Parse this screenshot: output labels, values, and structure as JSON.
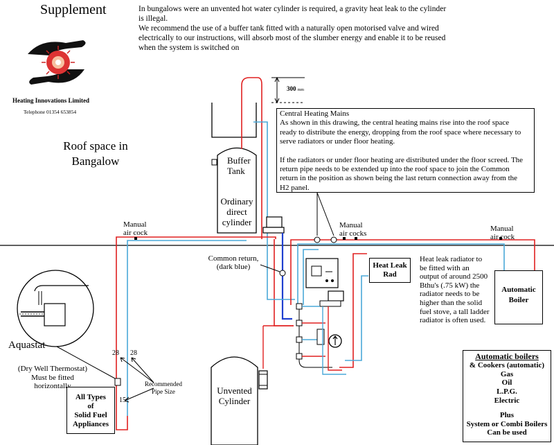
{
  "header": {
    "supplement": "Supplement",
    "intro_line1": "In bungalows were an unvented hot water cylinder is required, a gravity heat leak to the cylinder",
    "intro_line2": "is illegal.",
    "intro_line3": "We recommend the use of a buffer tank fitted with a naturally open motorised valve and wired",
    "intro_line4": "electrically to our instructions, will absorb most of the slumber energy and enable it to be reused",
    "intro_line5": "when the system is switched on"
  },
  "company": {
    "name": "Heating Innovations Limited",
    "telephone": "Telephone 01354 653854"
  },
  "roof": {
    "line1": "Roof space in",
    "line2": "Bangalow"
  },
  "dimension": {
    "value": "300",
    "unit": "mm"
  },
  "buffer_tank": {
    "line1": "Buffer",
    "line2": "Tank",
    "desc1": "Ordinary",
    "desc2": "direct",
    "desc3": "cylinder"
  },
  "central_heating": {
    "title": "Central Heating Mains",
    "p1_l1": "As shown in this drawing, the central heating mains rise into the roof space",
    "p1_l2": "ready to distribute the energy, dropping from the roof space where necessary to",
    "p1_l3": "serve   radiators or under floor heating.",
    "p2_l1": "If the radiators or under floor heating are distributed under the floor screed. The",
    "p2_l2": "return pipe needs to be extended up into the roof space to join the Common",
    "p2_l3": "return in the position as shown being the last return connection away from the",
    "p2_l4": "H2 panel."
  },
  "air_cocks": {
    "left_l1": "Manual",
    "left_l2": "air cock",
    "mid_l1": "Manual",
    "mid_l2": "air cocks",
    "right_l1": "Manual",
    "right_l2": "air cock"
  },
  "common_return": {
    "line1": "Common return,",
    "line2": "(dark blue)"
  },
  "heat_leak_rad": {
    "line1": "Heat Leak",
    "line2": "Rad"
  },
  "heat_leak_note": {
    "l1": "Heat leak radiator to",
    "l2": "be fitted with an",
    "l3": "output of around 2500",
    "l4": "Bthu's (.75 kW) the",
    "l5": "radiator needs to be",
    "l6": "higher than the solid",
    "l7": "fuel stove, a tall ladder",
    "l8": "radiator is often used."
  },
  "automatic_boiler": {
    "line1": "Automatic",
    "line2": "Boiler"
  },
  "aquastat": {
    "label": "Aquastat",
    "sub1": "(Dry Well Thermostat)",
    "sub2": "Must be fitted",
    "sub3": "horizontally"
  },
  "pipe_sizes": {
    "left": "28",
    "right": "28",
    "small": "15",
    "rec1": "Recommended",
    "rec2": "Pipe Size"
  },
  "solid_fuel": {
    "l1": "All Types",
    "l2": "of",
    "l3": "Solid Fuel",
    "l4": "Appliances"
  },
  "unvented": {
    "line1": "Unvented",
    "line2": "Cylinder"
  },
  "auto_boilers_box": {
    "title": "Automatic boilers",
    "l1": "& Cookers (automatic)",
    "l2": "Gas",
    "l3": "Oil",
    "l4": "L.P.G.",
    "l5": "Electric",
    "l6": "Plus",
    "l7": "System or Combi Boilers",
    "l8": "Can be used"
  },
  "colors": {
    "flow": "#e02020",
    "return": "#4aa8d8",
    "common_return": "#1f3fd0",
    "line": "#000000"
  }
}
